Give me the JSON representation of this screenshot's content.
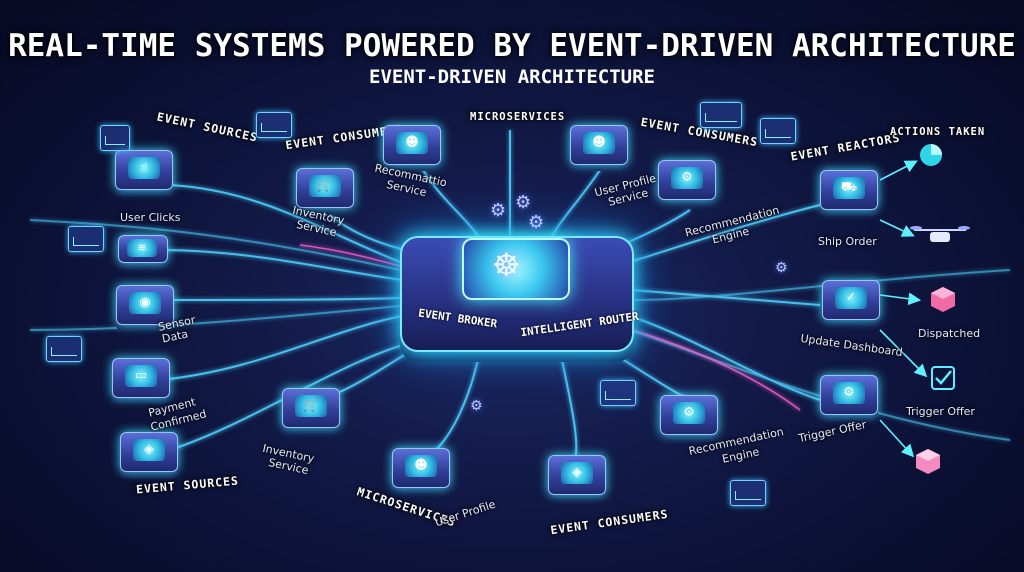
{
  "title": "REAL-TIME SYSTEMS POWERED BY EVENT-DRIVEN ARCHITECTURE",
  "subtitle": "EVENT-DRIVEN ARCHITECTURE",
  "broker": {
    "left_label": "EVENT BROKER",
    "right_label": "INTELLIGENT ROUTER",
    "icon": "brain-icon"
  },
  "groups": {
    "event_sources_top": "EVENT SOURCES",
    "event_consumers_left": "EVENT CONSUMERS",
    "microservices_top": "MICROSERVICES",
    "event_consumers_right": "EVENT CONSUMERS",
    "event_reactors": "EVENT REACTORS",
    "actions_taken": "ACTIONS TAKEN",
    "event_sources_bottom": "EVENT SOURCES",
    "microservices_bottom": "MICROSERVICES",
    "event_consumers_bottom": "EVENT CONSUMERS"
  },
  "labels": {
    "user_clicks": "User Clicks",
    "inventory_top_1": "Inventory",
    "inventory_top_2": "Service",
    "recomm_top_1": "Recommattio",
    "recomm_top_2": "Service",
    "user_profile_top_1": "User Profile",
    "user_profile_top_2": "Service",
    "recommendation_engine_top_1": "Recommendation",
    "recommendation_engine_top_2": "Engine",
    "sensor_1": "Sensor",
    "sensor_2": "Data",
    "payment_1": "Payment",
    "payment_2": "Confirmed",
    "ship_order": "Ship Order",
    "update_dashboard": "Update Dashboard",
    "trigger_offer_reactor": "Trigger Offer",
    "dispatched": "Dispatched",
    "trigger_offer_action": "Trigger Offer",
    "inventory_bottom_1": "Inventory",
    "inventory_bottom_2": "Service",
    "user_profile_bottom": "User Profile",
    "recommendation_bottom_1": "Recommendation",
    "recommendation_bottom_2": "Engine"
  },
  "colors": {
    "accent": "#3ee0ff",
    "wire": "#4fd3ff",
    "wire_pink": "#ff5fd0",
    "node": "#3d4cb0"
  }
}
